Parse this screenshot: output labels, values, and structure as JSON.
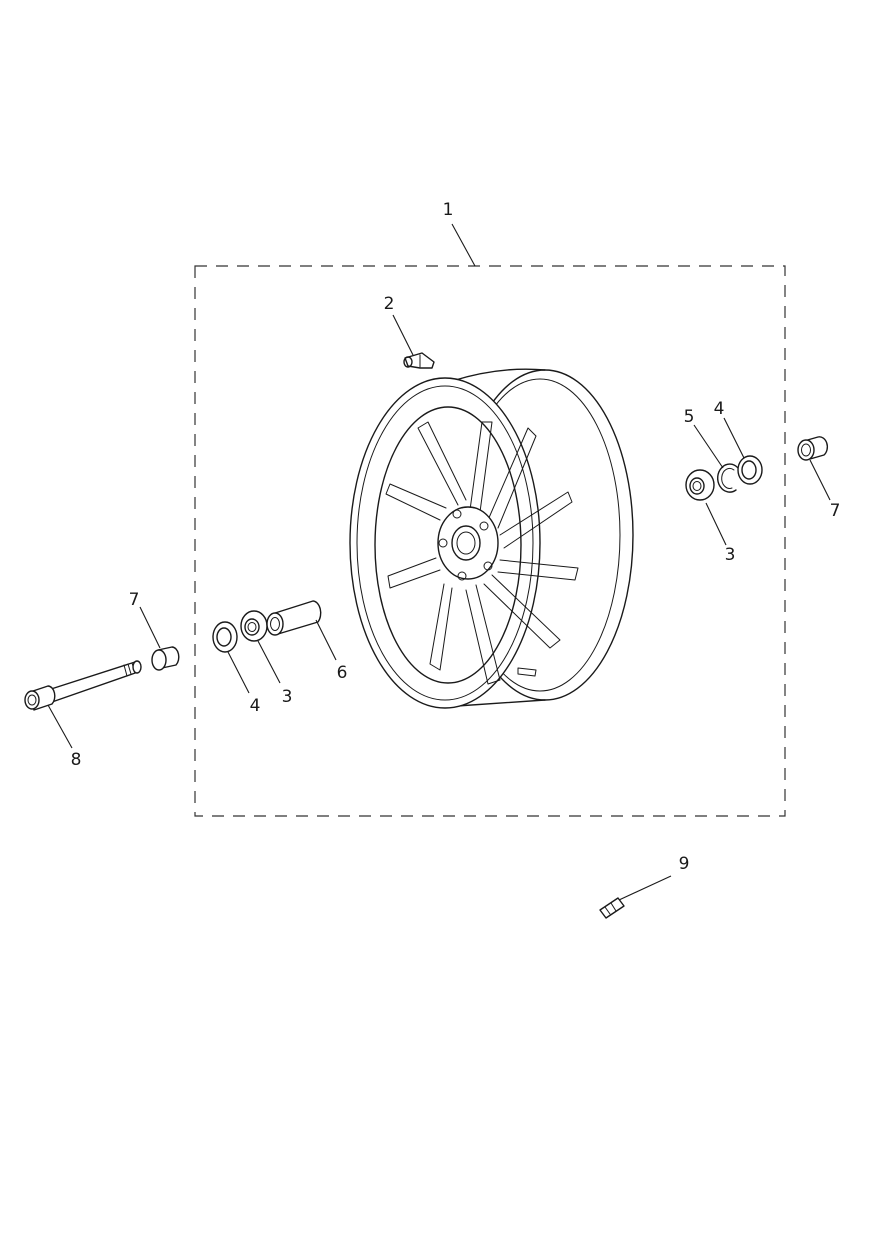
{
  "diagram": {
    "callouts": {
      "c1": "1",
      "c2": "2",
      "c3_left": "3",
      "c3_right": "3",
      "c4_left": "4",
      "c4_right": "4",
      "c5": "5",
      "c6": "6",
      "c7_left": "7",
      "c7_right": "7",
      "c8": "8",
      "c9": "9"
    }
  }
}
